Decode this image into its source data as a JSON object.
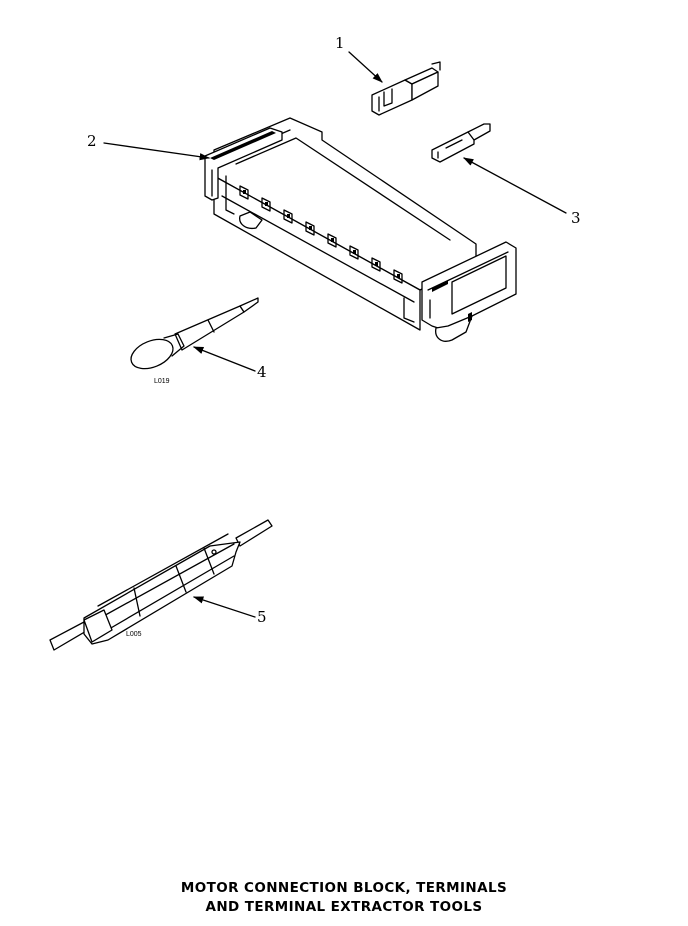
{
  "callouts": [
    "1",
    "2",
    "3",
    "4",
    "5"
  ],
  "figure_codes": [
    "L019",
    "L005"
  ],
  "title_line1": "MOTOR CONNECTION BLOCK, TERMINALS",
  "title_line2": "AND TERMINAL EXTRACTOR TOOLS",
  "colors": {
    "ink": "#000000",
    "paper": "#ffffff"
  }
}
